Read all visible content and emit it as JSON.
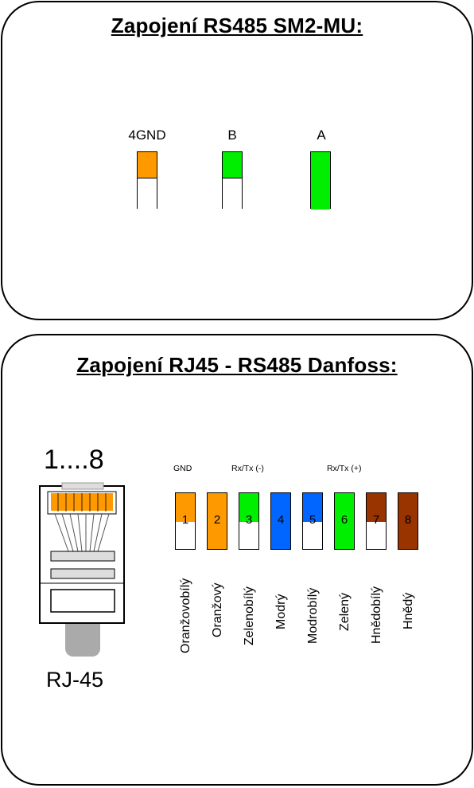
{
  "panel1": {
    "title": "Zapojení RS485 SM2-MU:",
    "terminals": [
      {
        "label": "4GND",
        "color": "#ff9900",
        "split": true
      },
      {
        "label": "B",
        "color": "#00ee00",
        "split": true
      },
      {
        "label": "A",
        "color": "#00ee00",
        "split": false
      }
    ]
  },
  "panel2": {
    "title": "Zapojení RJ45 - RS485 Danfoss:",
    "pin_range": "1....8",
    "connector_label": "RJ-45",
    "signals": {
      "gnd": "GND",
      "rxtx_minus": "Rx/Tx (-)",
      "rxtx_plus": "Rx/Tx (+)"
    },
    "wires": [
      {
        "num": "1",
        "name": "Oranžovobílý",
        "color": "#ff9900",
        "striped": true
      },
      {
        "num": "2",
        "name": "Oranžový",
        "color": "#ff9900",
        "striped": false
      },
      {
        "num": "3",
        "name": "Zelenobílý",
        "color": "#00ee00",
        "striped": true
      },
      {
        "num": "4",
        "name": "Modrý",
        "color": "#0066ff",
        "striped": false
      },
      {
        "num": "5",
        "name": "Modrobílý",
        "color": "#0066ff",
        "striped": true
      },
      {
        "num": "6",
        "name": "Zelený",
        "color": "#00ee00",
        "striped": false
      },
      {
        "num": "7",
        "name": "Hnědobílý",
        "color": "#993300",
        "striped": true
      },
      {
        "num": "8",
        "name": "Hnědý",
        "color": "#993300",
        "striped": false
      }
    ]
  }
}
